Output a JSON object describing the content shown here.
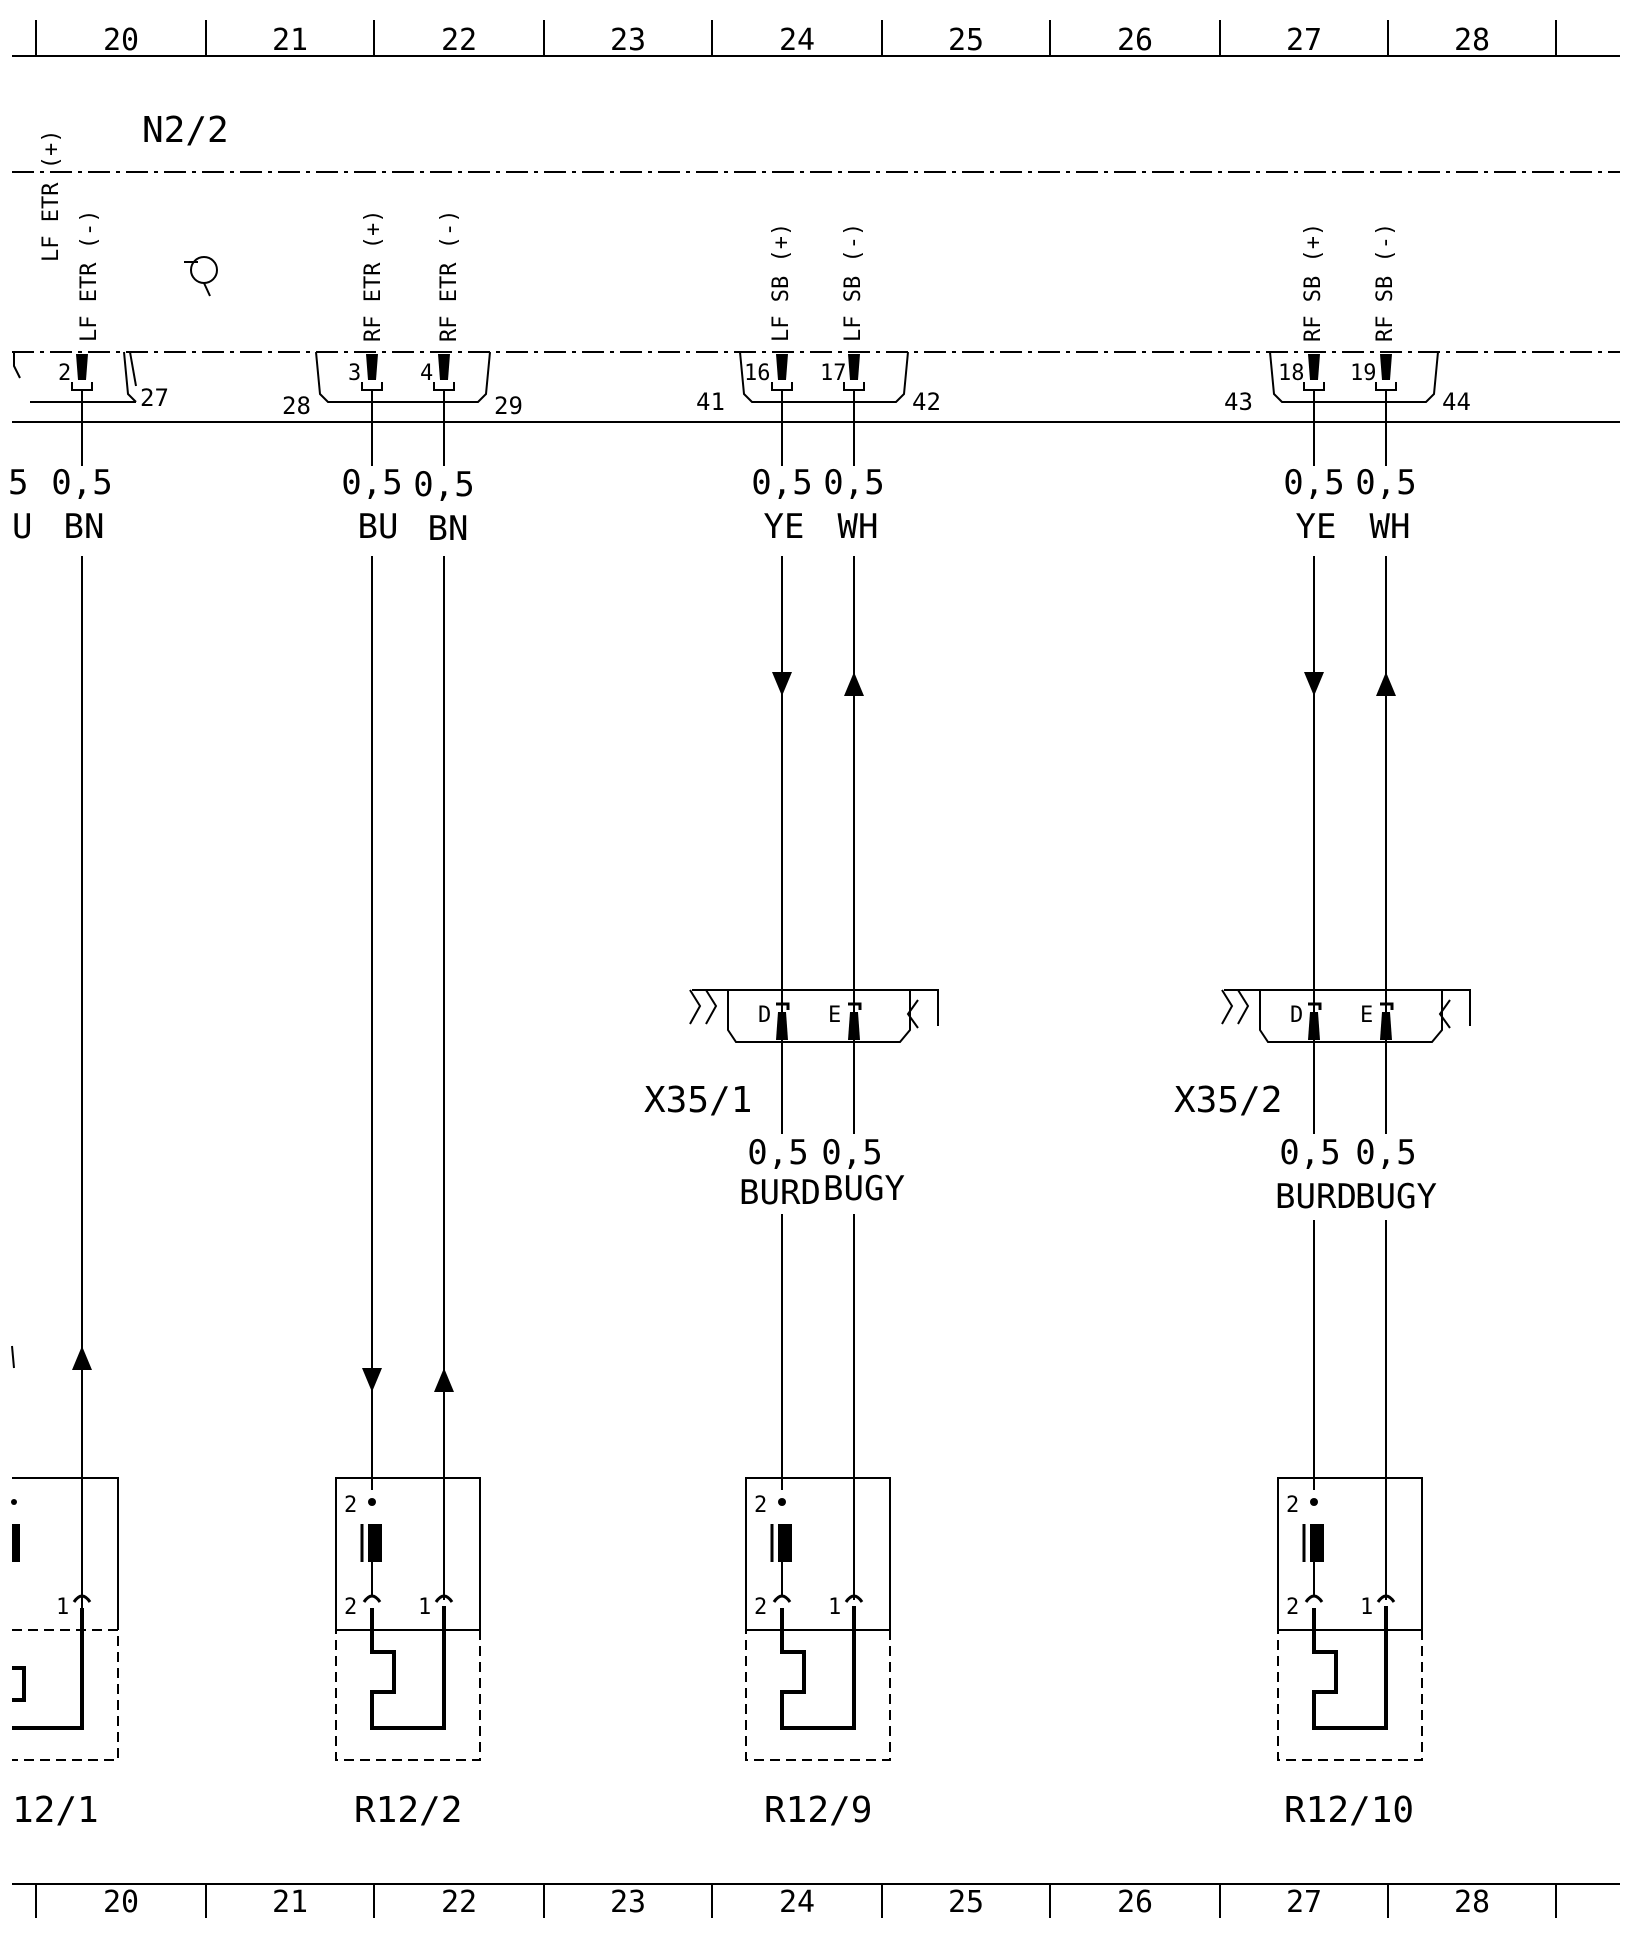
{
  "grid": {
    "columns": [
      "20",
      "21",
      "22",
      "23",
      "24",
      "25",
      "26",
      "27",
      "28"
    ]
  },
  "module": {
    "name": "N2/2"
  },
  "signals": [
    {
      "label": "LF ETR (-)",
      "pin": "2",
      "shield_left": "",
      "shield_right": "27",
      "size": "0,5",
      "color": "BN"
    },
    {
      "label": "RF ETR (+)",
      "pin": "3",
      "shield_left": "28",
      "shield_right": "",
      "size": "0,5",
      "color": "BU"
    },
    {
      "label": "RF ETR (-)",
      "pin": "4",
      "shield_left": "",
      "shield_right": "29",
      "size": "0,5",
      "color": "BN"
    },
    {
      "label": "LF SB (+)",
      "pin": "16",
      "shield_left": "41",
      "shield_right": "",
      "size": "0,5",
      "color": "YE"
    },
    {
      "label": "LF SB (-)",
      "pin": "17",
      "shield_left": "",
      "shield_right": "42",
      "size": "0,5",
      "color": "WH"
    },
    {
      "label": "RF SB (+)",
      "pin": "18",
      "shield_left": "43",
      "shield_right": "",
      "size": "0,5",
      "color": "YE"
    },
    {
      "label": "RF SB (-)",
      "pin": "19",
      "shield_left": "",
      "shield_right": "44",
      "size": "0,5",
      "color": "WH"
    }
  ],
  "partial_left": {
    "size_frag": "5",
    "color_frag": "U",
    "label_frag": "12/1"
  },
  "connectors": [
    {
      "name": "X35/1",
      "pins": [
        "D",
        "E"
      ],
      "wires": [
        {
          "size": "0,5",
          "color": "BURD"
        },
        {
          "size": "0,5",
          "color": "BUGY"
        }
      ]
    },
    {
      "name": "X35/2",
      "pins": [
        "D",
        "E"
      ],
      "wires": [
        {
          "size": "0,5",
          "color": "BURD"
        },
        {
          "size": "0,5",
          "color": "BUGY"
        }
      ]
    }
  ],
  "sensors": [
    {
      "name": "R12/2",
      "pins": [
        "2",
        "2",
        "1"
      ]
    },
    {
      "name": "R12/9",
      "pins": [
        "2",
        "2",
        "1"
      ]
    },
    {
      "name": "R12/10",
      "pins": [
        "2",
        "2",
        "1"
      ]
    }
  ]
}
